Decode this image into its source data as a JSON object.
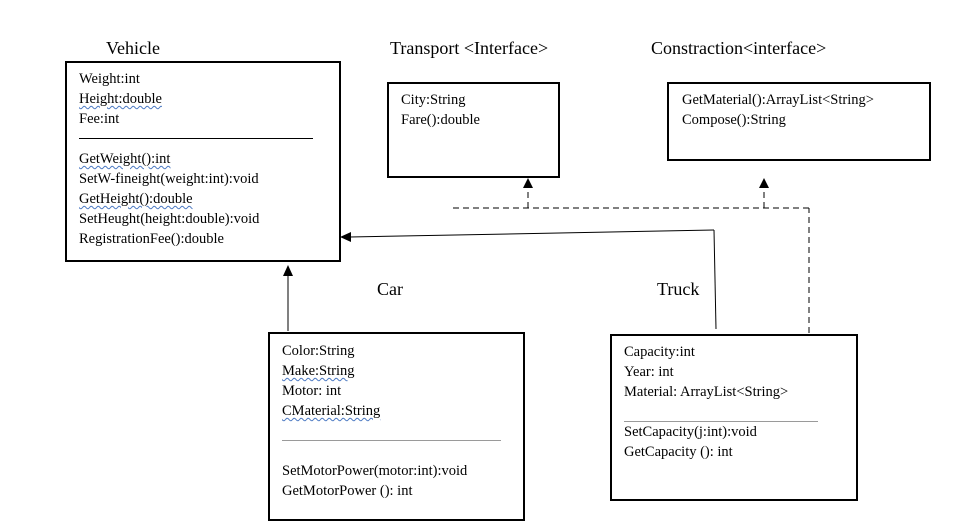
{
  "titles": {
    "vehicle": "Vehicle",
    "transport": "Transport <Interface>",
    "constraction": "Constraction<interface>",
    "car": "Car",
    "truck": "Truck"
  },
  "vehicle": {
    "attributes": [
      "Weight:int",
      "Height:double",
      "Fee:int"
    ],
    "methods": [
      "GetWeight():int",
      "SetW-fineight(weight:int):void",
      "GetHeight():double",
      "SetHeught(height:double):void",
      "RegistrationFee():double"
    ]
  },
  "transport": {
    "members": [
      "City:String",
      "Fare():double"
    ]
  },
  "constraction": {
    "members": [
      "GetMaterial():ArrayList<String>",
      "Compose():String"
    ]
  },
  "car": {
    "attributes": [
      "Color:String",
      "Make:String",
      "Motor: int",
      "CMaterial:String"
    ],
    "methods": [
      "SetMotorPower(motor:int):void",
      "GetMotorPower (): int"
    ]
  },
  "truck": {
    "attributes": [
      "Capacity:int",
      "Year: int",
      "Material: ArrayList<String>"
    ],
    "methods": [
      "SetCapacity(j:int):void",
      "GetCapacity (): int"
    ]
  },
  "colors": {
    "line": "#000000",
    "spell_underline": "#4a78c2",
    "light_divider": "#9a9a9a"
  }
}
